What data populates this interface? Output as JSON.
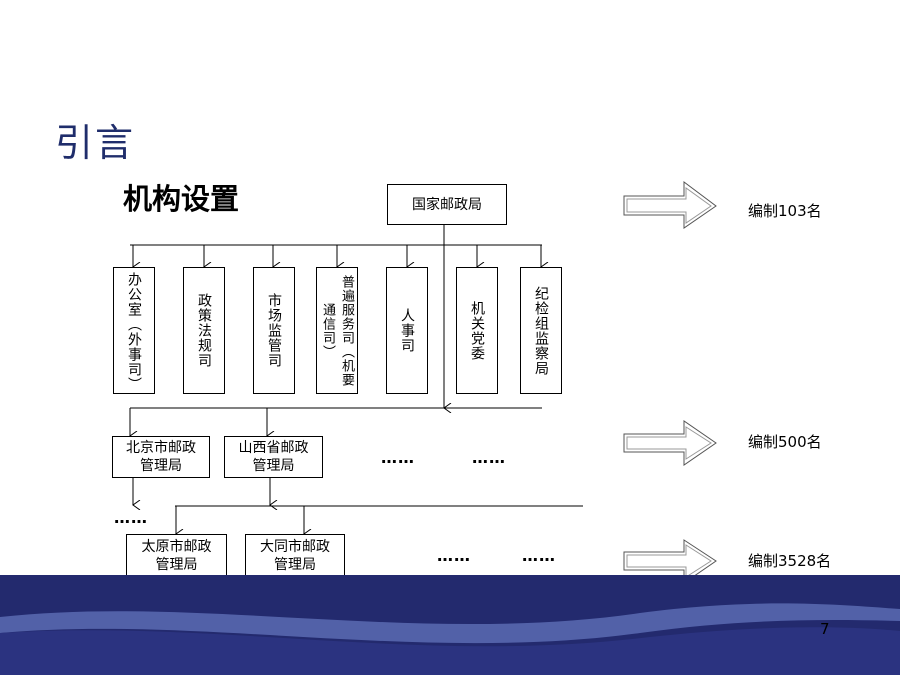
{
  "slide": {
    "title": "引言",
    "subtitle": "机构设置",
    "page_number": "7"
  },
  "org": {
    "root": "国家邮政局",
    "departments": [
      "办公室（外事司）",
      "政策法规司",
      "市场监管司",
      "普遍服务司（机要通信司）",
      "人事司",
      "机关党委",
      "纪检组监察局"
    ],
    "provincial": {
      "left_line1": "北京市邮政",
      "left_line2": "管理局",
      "right_line1": "山西省邮政",
      "right_line2": "管理局",
      "dots": "……"
    },
    "city": {
      "left_line1": "太原市邮政",
      "left_line2": "管理局",
      "right_line1": "大同市邮政",
      "right_line2": "管理局",
      "dots": "……"
    }
  },
  "quotas": {
    "national": "编制103名",
    "provincial": "编制500名",
    "city": "编制3528名"
  },
  "colors": {
    "title": "#1f2d6b",
    "footer_dark": "#232a6e",
    "footer_light": "#5a6bb3"
  }
}
